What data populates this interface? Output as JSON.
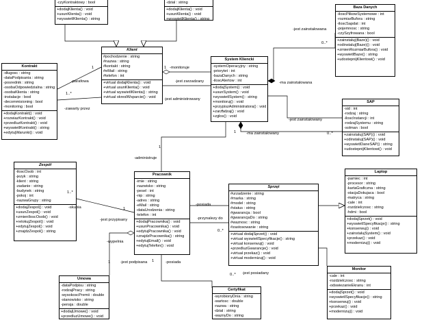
{
  "classes": {
    "topLeft": {
      "name": "",
      "attributes": [
        "-czyKontraktowy : bool"
      ],
      "methods": [
        "+dodajKlienta() : void",
        "+usunKlienta() : void",
        "+wyswietlKlienta() : string"
      ]
    },
    "topMid": {
      "name": "",
      "attributes": [
        "-dzial : string"
      ],
      "methods": [
        "+dodajKlienta() : void",
        "+usunKlienta() : void",
        "+wyswietlKlienta() : string"
      ]
    },
    "bazaDanych": {
      "name": "Baza Danych",
      "attributes": [
        "-iloscPlikowSystemowe : int",
        "-rozmiarBufora : string",
        "-iloscSapdat : int",
        "-pojemnosc : string",
        "-czySzyfrowana : bool"
      ],
      "methods": [
        "+zainstaluj(Baze)() : void",
        "+odinstaluj(Baze)() : void",
        "+zmienRozmiarBufora() : void",
        "+wyswietlBaze() : string",
        "+udostepnijKlientowi() : void"
      ]
    },
    "kontrakt": {
      "name": "Kontrakt",
      "attributes": [
        "-dlugosc : string",
        "-dataPodpisania : string",
        "-posrednik : string",
        "-osobaOdpowiedzialna : string",
        "-osobaKlienta : string",
        "-instalacje : bool",
        "-decommisioning : bool",
        "-monitoring : bool"
      ],
      "methods": [
        "+dodajKontrakt() : void",
        "+rozwiazKontrakt() : void",
        "+przedluzKontrakt() : void",
        "+wyswietlKontrakt() : string",
        "+edytujWarunki() : void"
      ]
    },
    "klient": {
      "name": "Klient",
      "attributes": [
        "#pochodzenie : string",
        "#nazwa : string",
        "#kontakt : string",
        "#eMail : string",
        "#telefon : int"
      ],
      "methods": [
        "+virtual dodajKlienta() : void",
        "+virtual usunKlienta() : void",
        "+virtual wyswietlKlienta() : string",
        "+virtual okreslWsparcie() : void"
      ]
    },
    "systemKliencki": {
      "name": "System Kliencki",
      "attributes": [
        "-systemOperacyjny : string",
        "-priorytet : int",
        "-bazaDanych : string",
        "-iloscAlertow : int"
      ],
      "methods": [
        "+dodajSystem() : void",
        "+usunSystem() : void",
        "+wyswietlSystem() : string",
        "+monitoruj() : void",
        "+przypiszAdministratora() : void",
        "+zarzadzaj() : void",
        "+zglos() : void"
      ]
    },
    "sap": {
      "name": "SAP",
      "attributes": [
        "-sid : int",
        "-rodzaj : string",
        "-iloscInstancji : int",
        "-rodzajSystemu : string",
        "-solman : bool"
      ],
      "methods": [
        "+zainstaluj(SAP)() : void",
        "+odinstaluj(SAP)() : void",
        "+wyswietlDaneSAP() : string",
        "+udostepnijKlientowi() : void"
      ]
    },
    "zespol": {
      "name": "Zespół",
      "attributes": [
        "-iloscOsob : int",
        "-jezyk : string",
        "-klient : string",
        "-zadanie : string",
        "-budynek : string",
        "-pokoj : int",
        "-nazwaGrupy : string"
      ],
      "methods": [
        "+dodajZespol() : void",
        "+usunZespol() : void",
        "+zmienIloscOsob() : void",
        "+relokujZespol() : void",
        "+edytujZespol() : void",
        "+znajdzZespol() : string"
      ]
    },
    "pracownik": {
      "name": "Pracownik",
      "attributes": [
        "-imie : string",
        "-nazwisko : string",
        "-pesel : int",
        "-nip : string",
        "-adres : string",
        "-eMail : string",
        "-dataUrodzenia : string",
        "-telefon : int"
      ],
      "methods": [
        "+dodajPracownika() : void",
        "+usunPracownika() : void",
        "+edytujPracownika() : void",
        "+znajdzPracownika() : string",
        "+edytujEmail() : void",
        "+edytujTelefon() : void"
      ]
    },
    "sprzet": {
      "name": "Sprzęt",
      "attributes": [
        "#urzadzenie : string",
        "#marka : string",
        "#model : string",
        "#status : string",
        "#gwarancja : bool",
        "#gwarancjaDo : string",
        "#waznosc : string",
        "#zastosowanie : string"
      ],
      "methods": [
        "+virtual dodajSprzet() : void",
        "+virtual wyswietlSpecyfikacje() : string",
        "+virtual konserwuj() : void",
        "+przedluzGwarancje() : void",
        "+virtual przekaz() : void",
        "+virtual modernizuj() : void"
      ]
    },
    "laptop": {
      "name": "Laptop",
      "attributes": [
        "-pamiec : int",
        "-procesor : string",
        "-kartaGraficzna : string",
        "-stacjaDokujaca : bool",
        "-matryca : string",
        "-cale : int",
        "-rozdzielczosc : string",
        "-hdmi : bool"
      ],
      "methods": [
        "+dodajSprzet() : void",
        "+wyswietlSpecyfikacje() : string",
        "+konserwuj() : void",
        "+zainstalujSystem() : void",
        "+przekaz() : void",
        "+modernizuj() : void"
      ]
    },
    "umowa": {
      "name": "Umowa",
      "attributes": [
        "-dataPodpisu : string",
        "-rodzajPracy : string",
        "-wysokoscPremii : double",
        "-stanowisko : string",
        "-pensja : double"
      ],
      "methods": [
        "+dodajUmowe() : void",
        "+przedluzUmowe() : void"
      ]
    },
    "certyfikat": {
      "name": "Certyfikat",
      "attributes": [
        "-wyrobionyDnia : string",
        "-wartosc : double",
        "-nazwa : string",
        "-dzial : string",
        "-waznyDo : string"
      ],
      "methods": []
    },
    "monitor": {
      "name": "Monitor",
      "attributes": [
        "-cale : int",
        "-rozdzielczosc : string",
        "-odswiezanieEkranu : int"
      ],
      "methods": [
        "+dodajSprzet() : void",
        "+wyswietlSpecyfikacje() : string",
        "+konserwuj() : void",
        "+przekaz() : void",
        "+modernizuj() : void"
      ]
    }
  },
  "labels": {
    "jestZainstalowana": "-jest zainstalowana",
    "mult0n_a": "0..*",
    "parafowa": "-parafowa",
    "one_a": "1",
    "one_b": "1",
    "monitoruje": "-monitoruje",
    "jestZarzadzany": "-jest zarzadzany",
    "maZainstalowana": "-ma zainstalowana",
    "mult1n_a": "1..*",
    "zawartyPrzez": "-zawarty przez",
    "jestAdministrowany": "-jest administrowany",
    "jestZainstalowany": "-jest zainstalowany",
    "mult0n_b": "0..*",
    "star_a": "*",
    "one_c": "1",
    "maZainstalowany": "-ma zainstalowany",
    "one_d": "1",
    "administruje": "-administruje",
    "mult1n_b": "1..*",
    "skupia": "-skupia",
    "posiada_a": "-posiada",
    "przynalezyDo": "-przynalezy do",
    "jestPrzypisany": "-jest przypisany",
    "one_e": "1",
    "mult0n_c": "0..*",
    "wypelnia": "-wypelnia",
    "one_f": "1",
    "one_g": "1",
    "jestPodpisana": "-jest podpisana",
    "posiada_b": "-posiada",
    "jestPosiadany": "-jest posiadany",
    "mult0n_d": "0..*"
  }
}
